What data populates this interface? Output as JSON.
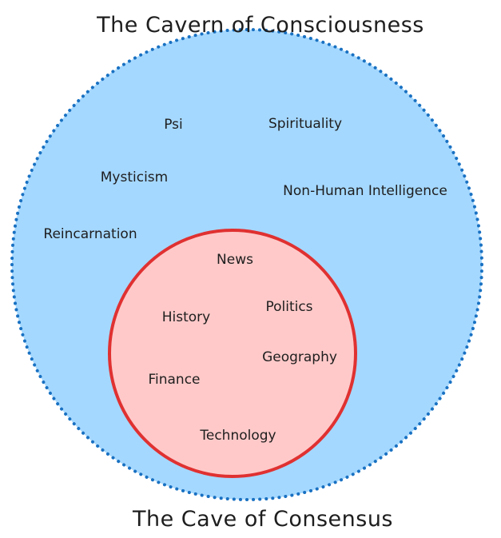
{
  "diagram": {
    "outer_title": "The Cavern of Consciousness",
    "inner_title": "The Cave of Consensus",
    "outer_items": [
      "Psi",
      "Spirituality",
      "Mysticism",
      "Non-Human Intelligence",
      "Reincarnation"
    ],
    "inner_items": [
      "News",
      "Politics",
      "History",
      "Geography",
      "Finance",
      "Technology"
    ]
  },
  "colors": {
    "outer_fill": "#a5d8ff",
    "outer_stroke": "#1971c2",
    "inner_fill": "#ffc9c9",
    "inner_stroke": "#e03131",
    "text": "#1e1e1e"
  }
}
